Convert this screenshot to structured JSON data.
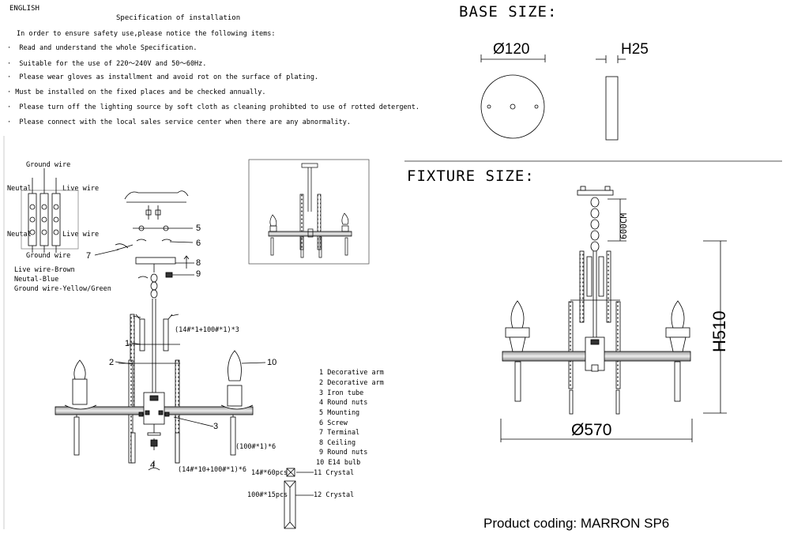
{
  "instructions": {
    "language": "ENGLISH",
    "title": "Specification of installation",
    "intro": "In order to ensure safety use,please notice the following items:",
    "items": [
      "Read and understand the whole Specification.",
      "Suitable for the use of 220～240V and 50～60Hz.",
      "Please wear gloves as installment and avoid rot on the surface of plating.",
      "Must be installed on the fixed places and be checked annually.",
      "Please turn off the lighting source by soft cloth as cleaning prohibted to use of rotted detergent.",
      "Please connect with the local sales service center when there are any abnormality."
    ]
  },
  "wiring": {
    "ground_top": "Ground wire",
    "neutral_top": "Neutal",
    "live_top": "Live wire",
    "neutral_bottom": "Neutal",
    "live_bottom": "Live wire",
    "ground_bottom": "Ground wire",
    "legend": [
      "Live wire-Brown",
      "Neutal-Blue",
      "Ground wire-Yellow/Green"
    ]
  },
  "callouts": {
    "n1": "1",
    "n2": "2",
    "n3": "3",
    "n4": "4",
    "n5": "5",
    "n6": "6",
    "n7": "7",
    "n8": "8",
    "n9": "9",
    "n10": "10",
    "c_top": "(14#*1+100#*1)*3",
    "c_right": "(100#*1)*6",
    "c_bottom": "(14#*10+100#*1)*6"
  },
  "parts": [
    "1 Decorative arm",
    "2 Decorative arm",
    "3 Iron tube",
    "4 Round nuts",
    "5 Mounting",
    "6 Screw",
    "7 Terminal",
    "8 Ceiling",
    "9 Round nuts",
    "10 E14 bulb"
  ],
  "crystals": [
    {
      "qty": "14#*60pcs",
      "label": "11 Crystal"
    },
    {
      "qty": "100#*15pcs",
      "label": "12 Crystal"
    }
  ],
  "base": {
    "heading": "BASE SIZE:",
    "diameter": "Ø120",
    "height": "H25"
  },
  "fixture": {
    "heading": "FIXTURE SIZE:",
    "chain": "600CM",
    "height": "H510",
    "diameter": "Ø570"
  },
  "product": "Product coding: MARRON SP6"
}
